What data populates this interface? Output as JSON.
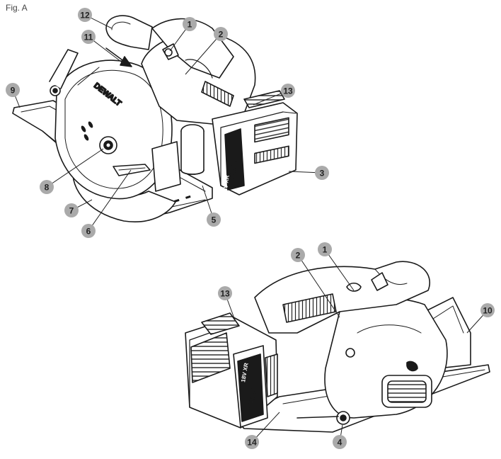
{
  "figure": {
    "caption": "Fig. A",
    "brand": "DEWALT",
    "battery_marking": "18V XR"
  },
  "callouts": {
    "top": [
      {
        "id": "top-1",
        "label": "1"
      },
      {
        "id": "top-2",
        "label": "2"
      },
      {
        "id": "top-3",
        "label": "3"
      },
      {
        "id": "top-5",
        "label": "5"
      },
      {
        "id": "top-6",
        "label": "6"
      },
      {
        "id": "top-7",
        "label": "7"
      },
      {
        "id": "top-8",
        "label": "8"
      },
      {
        "id": "top-9",
        "label": "9"
      },
      {
        "id": "top-11",
        "label": "11"
      },
      {
        "id": "top-12",
        "label": "12"
      },
      {
        "id": "top-13",
        "label": "13"
      }
    ],
    "bottom": [
      {
        "id": "bot-1",
        "label": "1"
      },
      {
        "id": "bot-2",
        "label": "2"
      },
      {
        "id": "bot-4",
        "label": "4"
      },
      {
        "id": "bot-10",
        "label": "10"
      },
      {
        "id": "bot-13",
        "label": "13"
      },
      {
        "id": "bot-14",
        "label": "14"
      }
    ]
  }
}
